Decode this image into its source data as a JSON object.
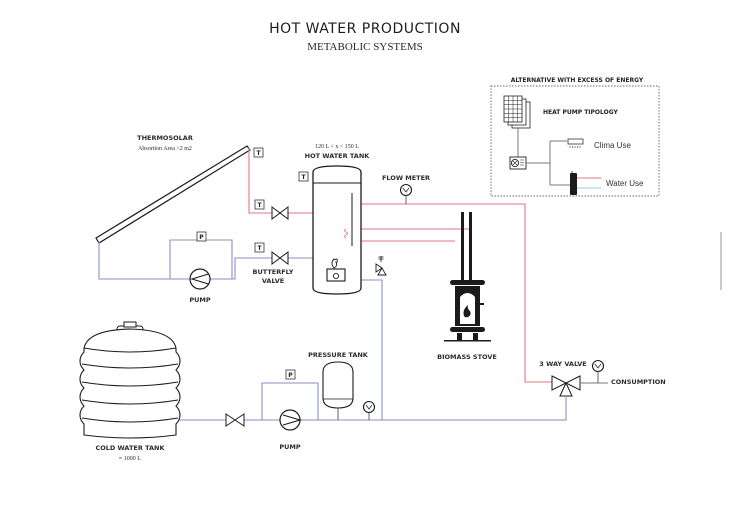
{
  "header": {
    "title": "HOT WATER PRODUCTION",
    "subtitle": "METABOLIC SYSTEMS"
  },
  "alternative": {
    "title": "ALTERNATIVE WITH EXCESS OF ENERGY",
    "heat_pump_label": "HEAT PUMP TIPOLOGY",
    "clima_use": "Clima Use",
    "water_use": "Water Use"
  },
  "thermosolar": {
    "label": "THERMOSOLAR",
    "sublabel": "Absortion Area >2 m2"
  },
  "hot_water_tank": {
    "capacity": "120 L < x < 150 L",
    "label": "HOT WATER TANK"
  },
  "flow_meter": {
    "label": "FLOW METER"
  },
  "butterfly_valve": {
    "label_line1": "BUTTERFLY",
    "label_line2": "VALVE"
  },
  "solar_pump": {
    "label": "PUMP"
  },
  "biomass_stove": {
    "label": "BIOMASS STOVE"
  },
  "three_way_valve": {
    "label": "3 WAY VALVE"
  },
  "consumption": {
    "label": "CONSUMPTION"
  },
  "pressure_tank": {
    "label": "PRESSURE TANK"
  },
  "cold_pump": {
    "label": "PUMP"
  },
  "cold_water_tank": {
    "label": "COLD WATER TANK",
    "capacity": "≈ 1000 L"
  },
  "sensors": {
    "temperature": "T",
    "pressure": "P"
  },
  "colors": {
    "hot_pipe": "#e07a82",
    "cold_pipe": "#8a8fc8",
    "outline": "#1b1b1b"
  }
}
